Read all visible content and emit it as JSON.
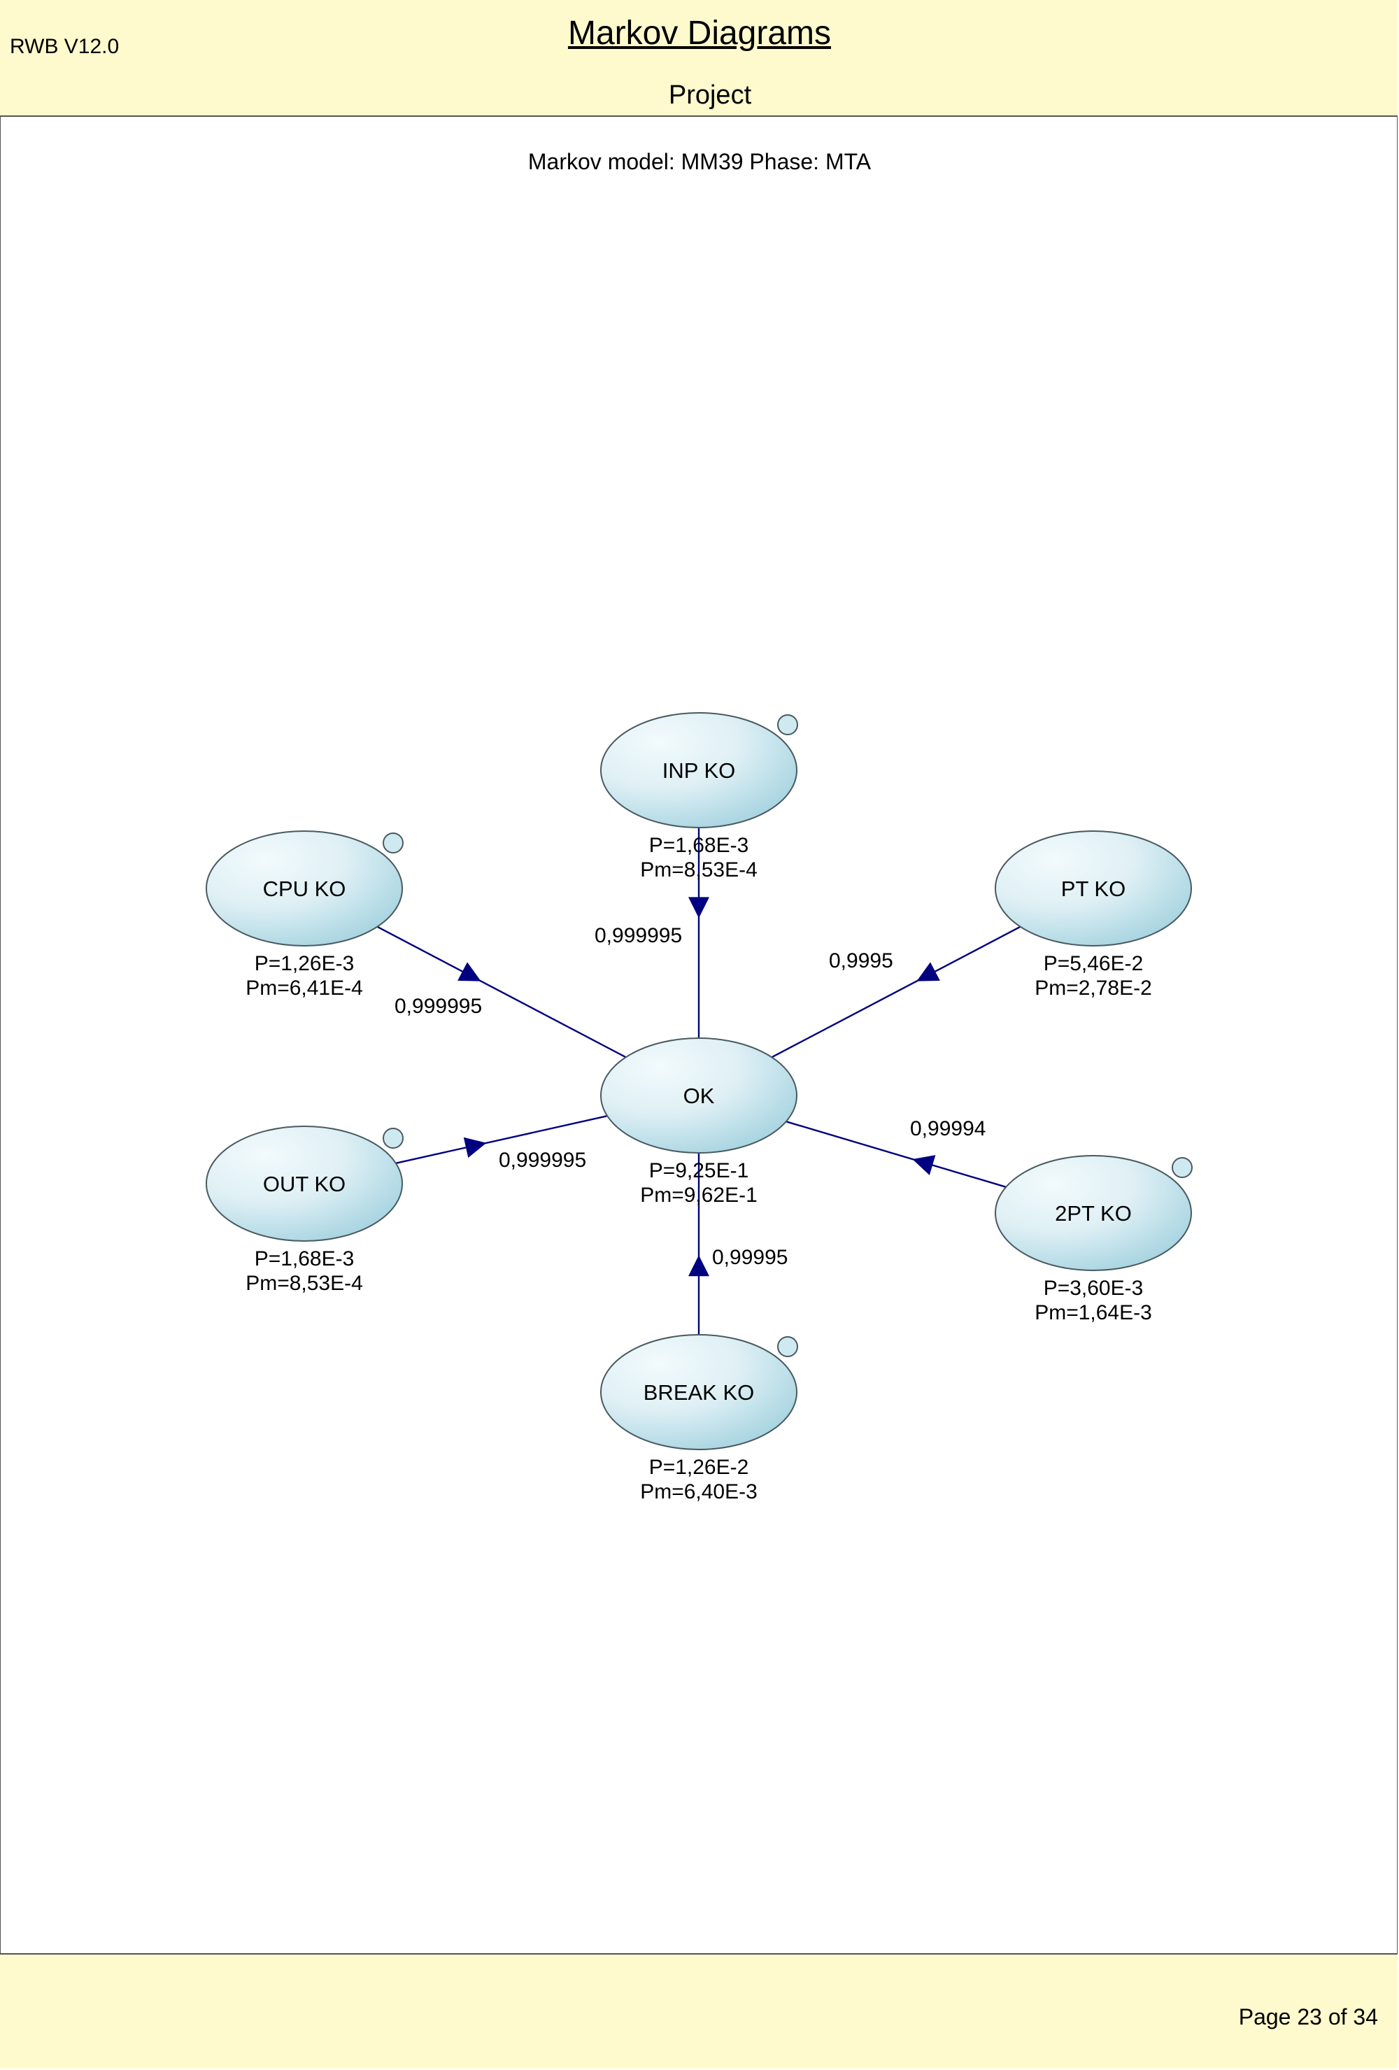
{
  "header": {
    "version": "RWB V12.0",
    "title": "Markov Diagrams",
    "subtitle": "Project"
  },
  "model_caption": "Markov model: MM39 Phase: MTA",
  "footer": {
    "page": "Page 23 of 34"
  },
  "colors": {
    "header_bg": "#fefacd",
    "edge": "#000080",
    "node_fill_light": "#e8f4f8",
    "node_fill_dark": "#a9d6e3",
    "node_stroke": "#4a5a60"
  },
  "diagram": {
    "nodes": [
      {
        "id": "inp",
        "label": "INP KO",
        "p": "P=1,68E-3",
        "pm": "Pm=8,53E-4",
        "marker": true
      },
      {
        "id": "cpu",
        "label": "CPU KO",
        "p": "P=1,26E-3",
        "pm": "Pm=6,41E-4",
        "marker": true
      },
      {
        "id": "pt",
        "label": "PT KO",
        "p": "P=5,46E-2",
        "pm": "Pm=2,78E-2",
        "marker": false
      },
      {
        "id": "ok",
        "label": "OK",
        "p": "P=9,25E-1",
        "pm": "Pm=9,62E-1",
        "marker": false
      },
      {
        "id": "out",
        "label": "OUT KO",
        "p": "P=1,68E-3",
        "pm": "Pm=8,53E-4",
        "marker": true
      },
      {
        "id": "twopt",
        "label": "2PT KO",
        "p": "P=3,60E-3",
        "pm": "Pm=1,64E-3",
        "marker": true
      },
      {
        "id": "break",
        "label": "BREAK KO",
        "p": "P=1,26E-2",
        "pm": "Pm=6,40E-3",
        "marker": true
      }
    ],
    "transitions": [
      {
        "from": "ok",
        "to": "inp",
        "label": "0,999995"
      },
      {
        "from": "ok",
        "to": "cpu",
        "label": "0,999995"
      },
      {
        "from": "ok",
        "to": "pt",
        "label": "0,9995"
      },
      {
        "from": "ok",
        "to": "out",
        "label": "0,999995"
      },
      {
        "from": "ok",
        "to": "twopt",
        "label": "0,99994"
      },
      {
        "from": "ok",
        "to": "break",
        "label": "0,99995"
      }
    ]
  }
}
